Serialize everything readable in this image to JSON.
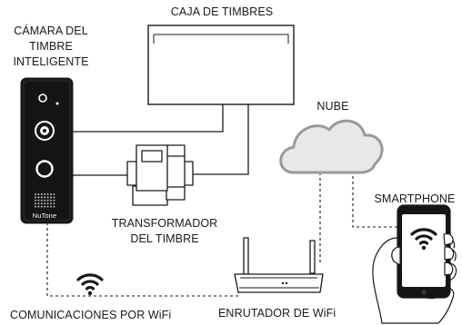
{
  "labels": {
    "camera_line1": "CÁMARA DEL",
    "camera_line2": "TIMBRE",
    "camera_line3": "INTELIGENTE",
    "chime_box": "CAJA DE TIMBRES",
    "cloud": "NUBE",
    "smartphone": "SMARTPHONE",
    "transformer_line1": "TRANSFORMADOR",
    "transformer_line2": "DEL TIMBRE",
    "wifi_comms": "COMUNICACIONES POR WiFi",
    "router": "ENRUTADOR DE WiFi",
    "brand": "NuTone"
  },
  "colors": {
    "ink": "#1a1a1a",
    "cloud_fill": "#e8e8e8",
    "cloud_stroke": "#9a9a9a",
    "device_body": "#151515",
    "paper": "#ffffff"
  }
}
